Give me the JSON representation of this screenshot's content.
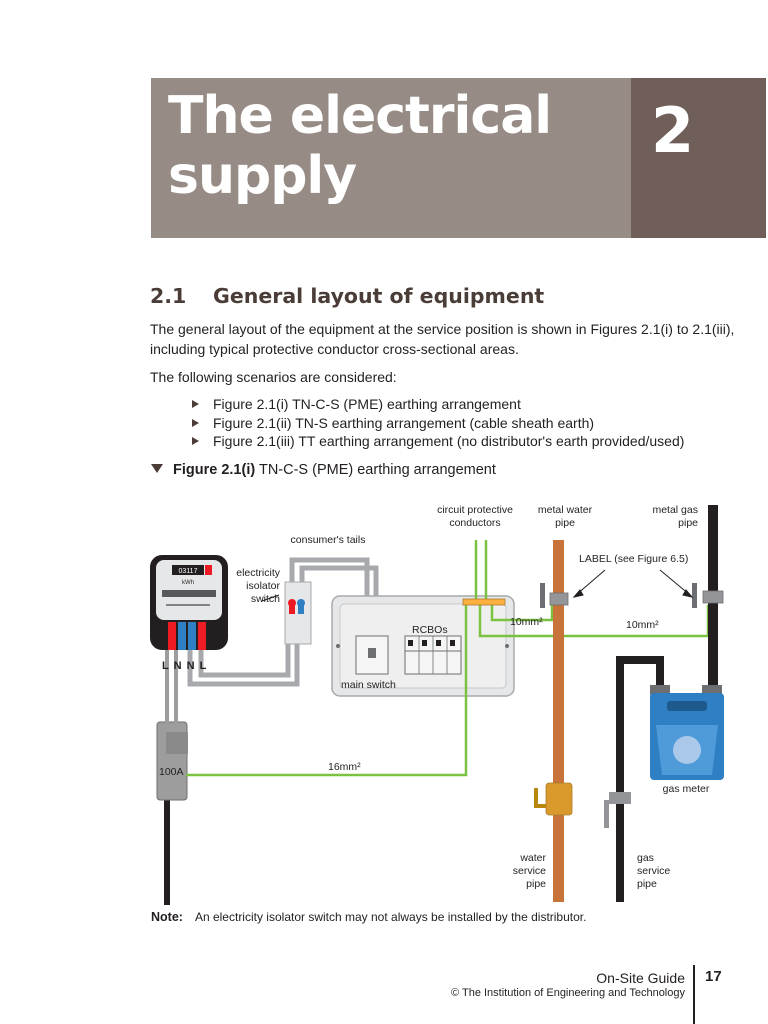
{
  "chapter": {
    "title_line1": "The electrical",
    "title_line2": "supply",
    "number": "2"
  },
  "section": {
    "number": "2.1",
    "title": "General layout of equipment",
    "paragraph1": "The general layout of the equipment at the service position is shown in Figures 2.1(i) to 2.1(iii), including typical protective conductor cross-sectional areas.",
    "paragraph2": "The following scenarios are considered:",
    "bullets": [
      "Figure 2.1(i) TN-C-S (PME) earthing arrangement",
      "Figure 2.1(ii) TN-S earthing arrangement (cable sheath earth)",
      "Figure 2.1(iii) TT earthing arrangement (no distributor's earth provided/used)"
    ]
  },
  "figure": {
    "label": "Figure 2.1(i)",
    "caption": "TN-C-S (PME) earthing arrangement",
    "labels": {
      "cpc_line1": "circuit protective",
      "cpc_line2": "conductors",
      "water_pipe_line1": "metal water",
      "water_pipe_line2": "pipe",
      "gas_pipe_line1": "metal gas",
      "gas_pipe_line2": "pipe",
      "consumers_tails": "consumer's tails",
      "isolator_line1": "electricity",
      "isolator_line2": "isolator",
      "isolator_line3": "switch",
      "label_ref": "LABEL (see Figure 6.5)",
      "bond_water": "10mm²",
      "bond_gas": "10mm²",
      "rcbos": "RCBOs",
      "main_switch": "main switch",
      "cutout_rating": "100A",
      "earth_conductor": "16mm²",
      "gas_meter": "gas meter",
      "water_service_line1": "water",
      "water_service_line2": "service",
      "water_service_line3": "pipe",
      "gas_service_line1": "gas",
      "gas_service_line2": "service",
      "gas_service_line3": "pipe",
      "meter_reading": "03117",
      "meter_unit": "kWh",
      "terminals": "L N N L"
    }
  },
  "note": {
    "label": "Note:",
    "text": "An electricity isolator switch may not always be installed by the distributor."
  },
  "footer": {
    "title": "On-Site Guide",
    "copyright": "© The Institution of Engineering and Technology",
    "page_number": "17"
  },
  "colors": {
    "banner": "#978c85",
    "banner_dark": "#6f5f58",
    "earth_green": "#7cc242",
    "copper": "#c8733a",
    "gas_meter_blue": "#2f7fc4"
  }
}
